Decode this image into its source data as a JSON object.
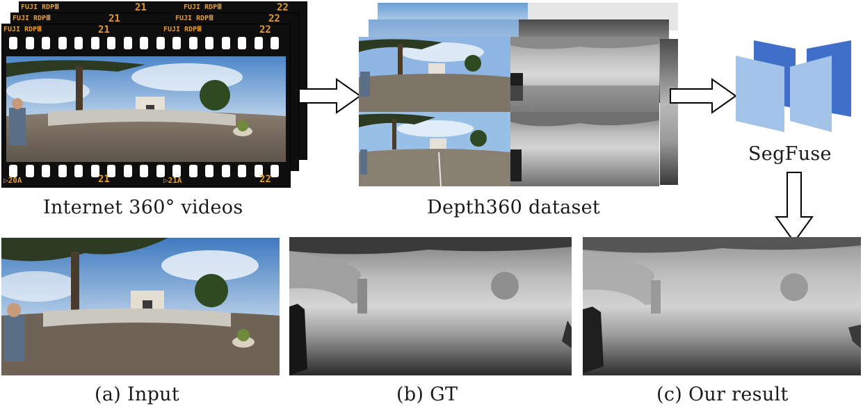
{
  "film": {
    "frame_top_labels": [
      "FUJI RDPⅢ",
      "21",
      "FUJI RDPⅢ",
      "22"
    ],
    "frame_bottom_labels": [
      "▷20A",
      "21",
      "▷21A",
      "22"
    ]
  },
  "captions": {
    "internet": "Internet 360° videos",
    "dataset": "Depth360 dataset",
    "model": "SegFuse",
    "input": "(a) Input",
    "gt": "(b) GT",
    "result": "(c) Our result"
  },
  "colors": {
    "model_dark": "#3f6fc9",
    "model_light": "#a3c4e8",
    "film_label": "#e89a2c"
  }
}
